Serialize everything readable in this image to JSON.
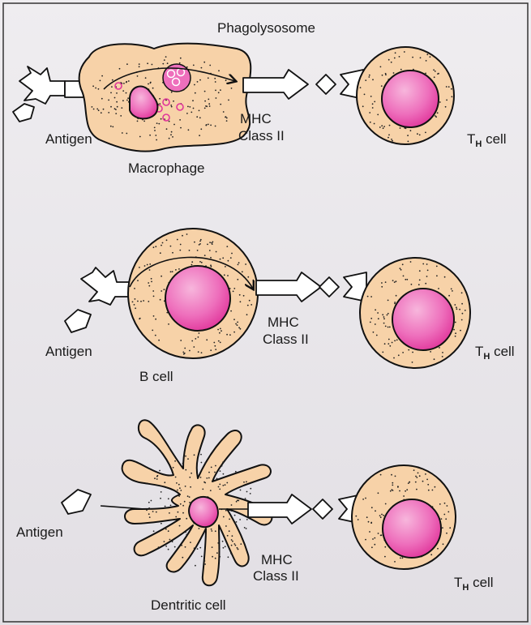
{
  "labels": {
    "phagolysosome": "Phagolysosome",
    "macrophage": "Macrophage",
    "b_cell": "B cell",
    "dendritic_cell": "Dentritic cell",
    "antigen": "Antigen",
    "mhc": "MHC",
    "class_ii": "Class II",
    "th_main": "T",
    "th_sub": "H",
    "th_rest": " cell"
  },
  "colors": {
    "background_top": "#efedf0",
    "background_bottom": "#e2dfe4",
    "cytoplasm": "#f7d2a8",
    "nucleus_light": "#f7b6dc",
    "nucleus_dark": "#e0359a"
  }
}
